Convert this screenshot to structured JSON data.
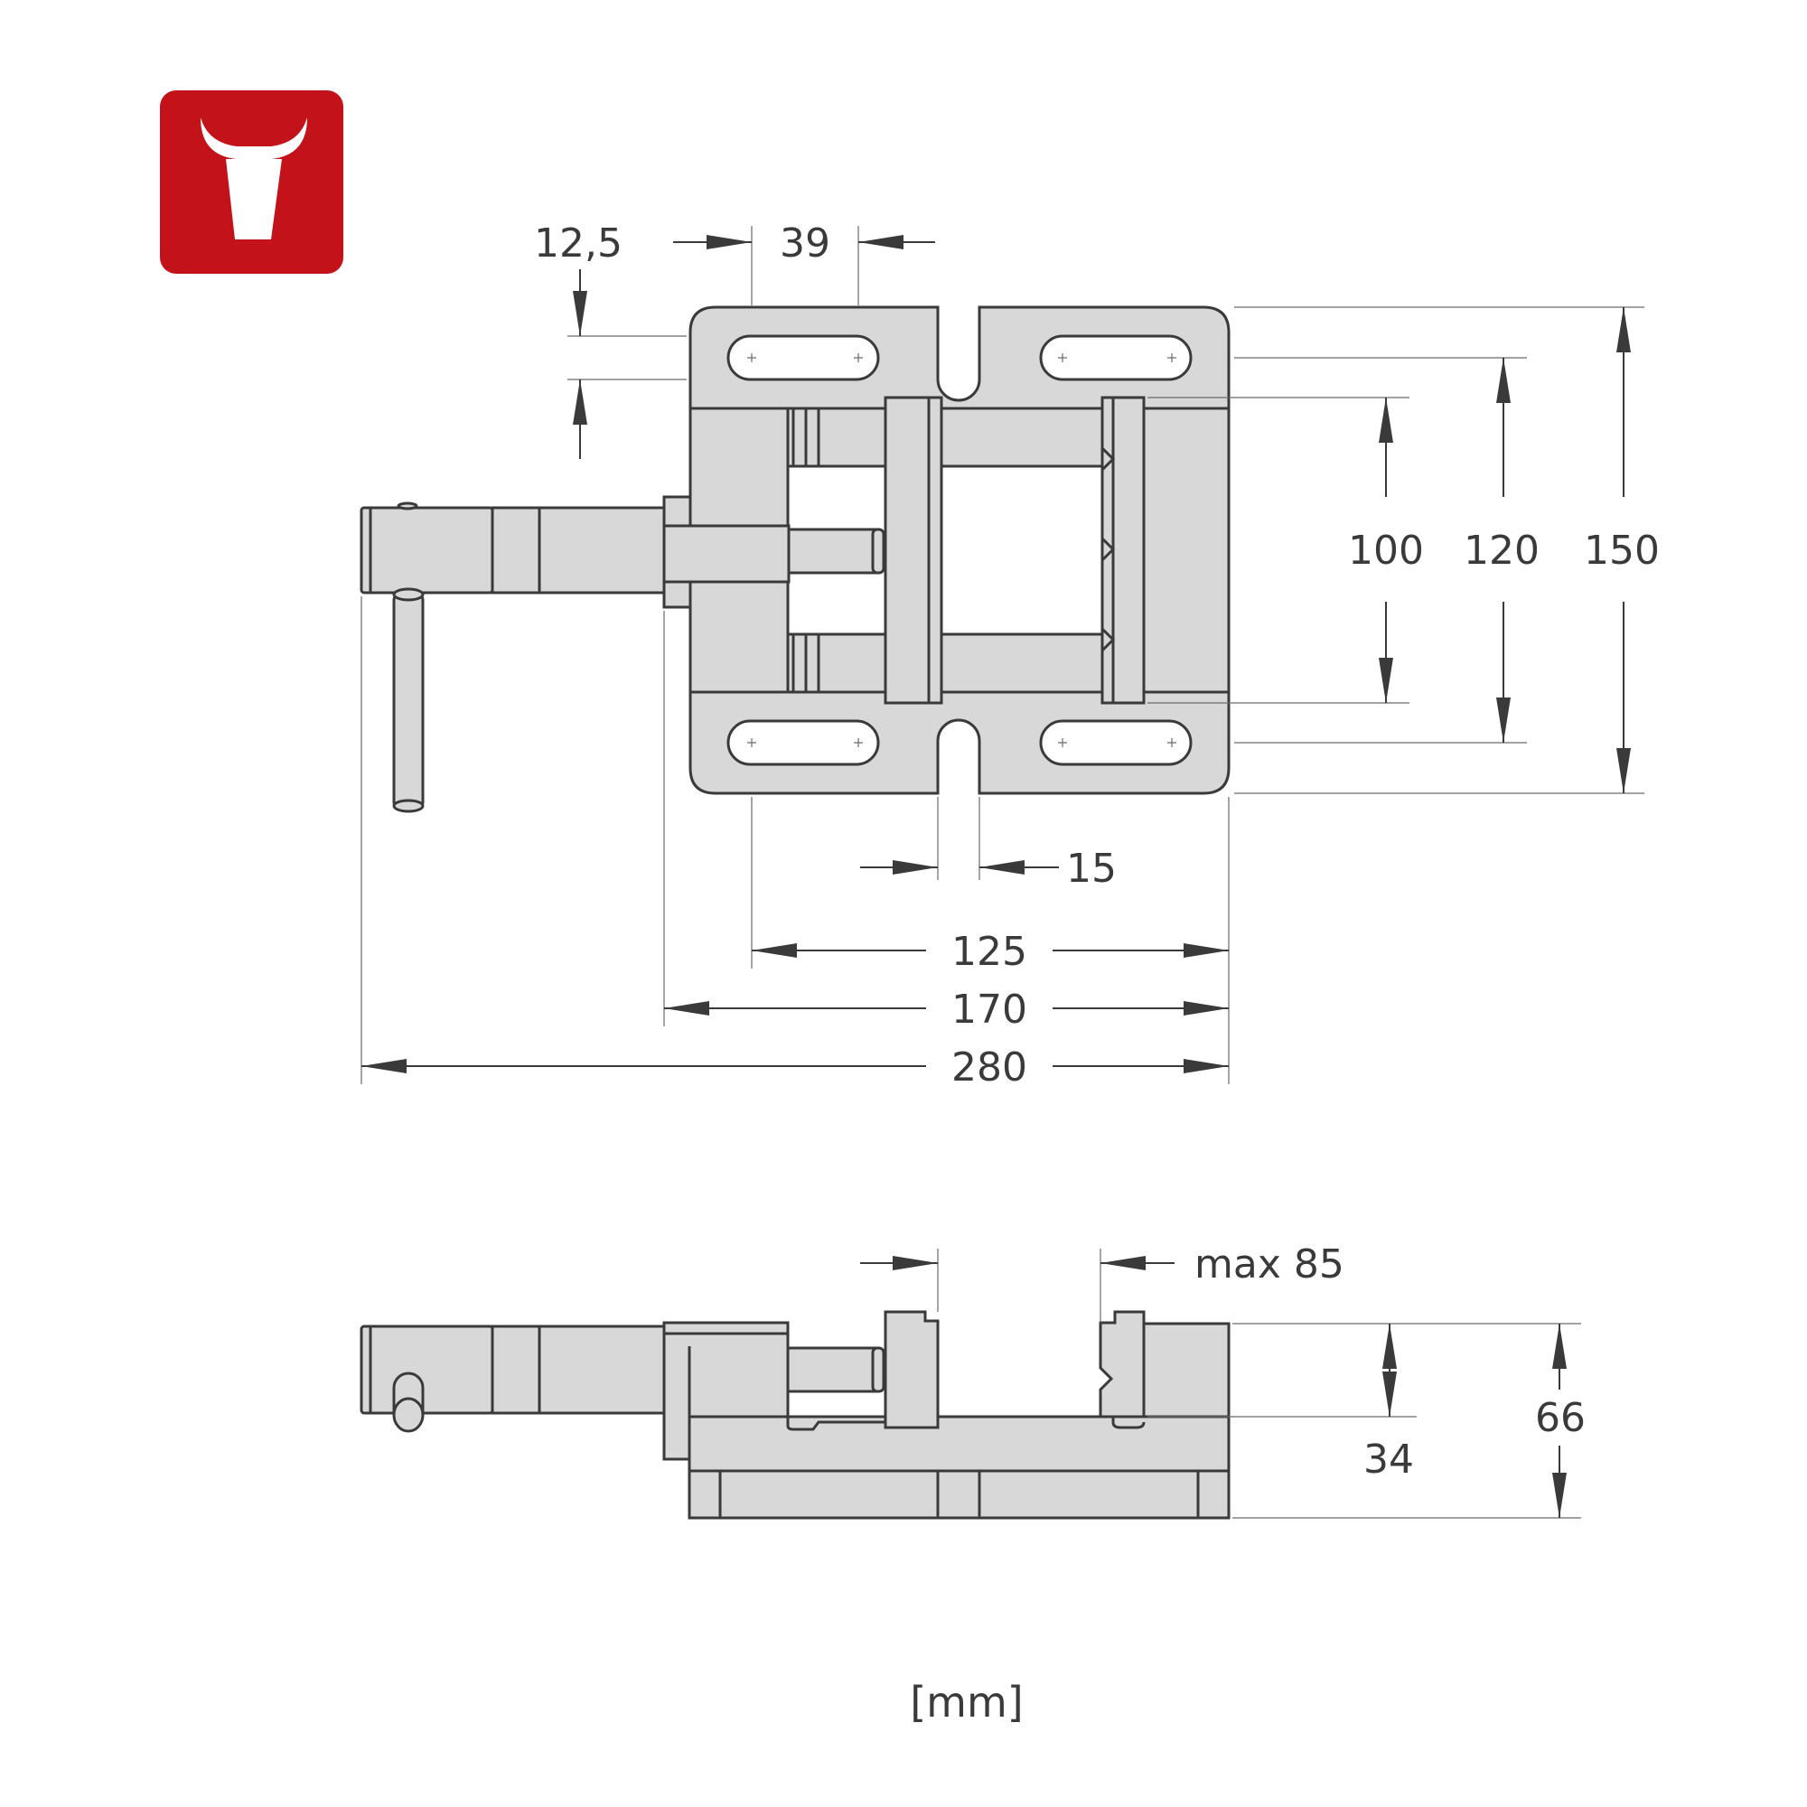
{
  "brand": {
    "logo_color": "#c4121a",
    "logo_icon": "bull-head-icon"
  },
  "top_view": {
    "dim_12_5": "12,5",
    "dim_39": "39",
    "dim_100": "100",
    "dim_120": "120",
    "dim_150": "150",
    "dim_15": "15",
    "dim_125": "125",
    "dim_170": "170",
    "dim_280": "280"
  },
  "side_view": {
    "dim_max85": "max 85",
    "dim_34": "34",
    "dim_66": "66"
  },
  "units": "[mm]",
  "colors": {
    "part_fill": "#d9d8d8",
    "line": "#3a3a3a"
  }
}
